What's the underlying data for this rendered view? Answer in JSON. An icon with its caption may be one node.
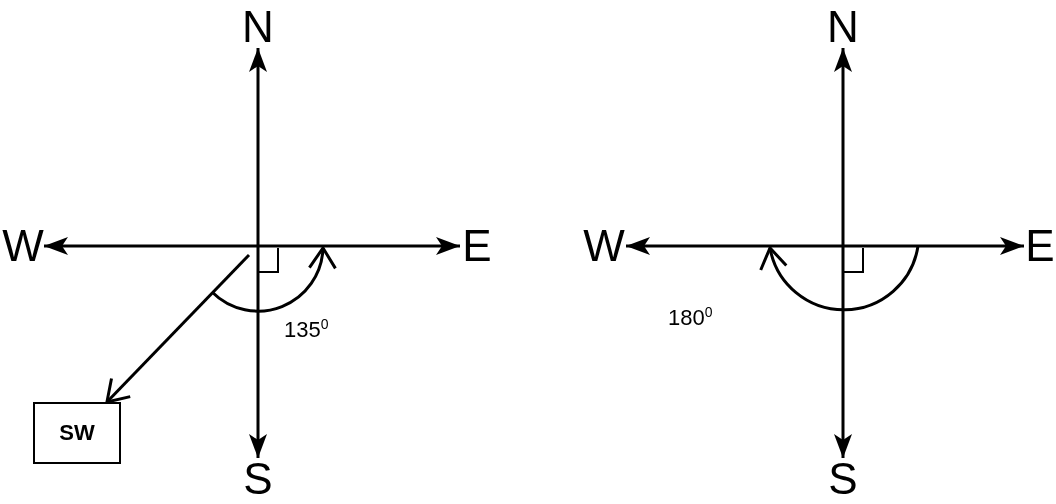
{
  "diagram": {
    "nodes": [
      {
        "text": [
          "N"
        ]
      },
      {
        "text": [
          "W"
        ]
      },
      {
        "text": [
          "E"
        ]
      },
      {
        "text": [
          "S"
        ]
      },
      {
        "text": [
          "SW"
        ]
      },
      {
        "text": [
          "N"
        ]
      },
      {
        "text": [
          "W"
        ]
      },
      {
        "text": [
          "E"
        ]
      },
      {
        "text": [
          "S"
        ]
      }
    ],
    "edges": [
      {
        "from": 0,
        "to": 3,
        "arrow": "both"
      },
      {
        "from": 1,
        "to": 2,
        "arrow": "both"
      },
      {
        "from": null,
        "to": 4,
        "arrow": "to"
      },
      {
        "from": 5,
        "to": 8,
        "arrow": "both"
      },
      {
        "from": 6,
        "to": 7,
        "arrow": "both"
      }
    ],
    "labels": [
      "135$^{0}$",
      "180$^{0}$"
    ]
  }
}
